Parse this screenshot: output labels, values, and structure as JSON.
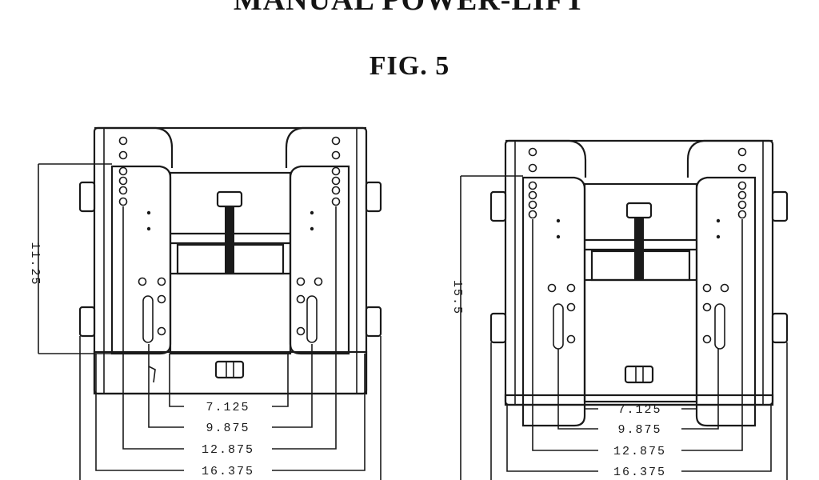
{
  "header": {
    "title": "MANUAL POWER-LIFT",
    "figure": "FIG. 5"
  },
  "left_drawing": {
    "height_dim": "11.25",
    "width_dims": [
      "7.125",
      "9.875",
      "12.875",
      "16.375"
    ]
  },
  "right_drawing": {
    "height_dim": "15.5",
    "width_dims": [
      "7.125",
      "9.875",
      "12.875",
      "16.375"
    ]
  },
  "colors": {
    "ink": "#1a1a1a",
    "paper": "#ffffff"
  }
}
